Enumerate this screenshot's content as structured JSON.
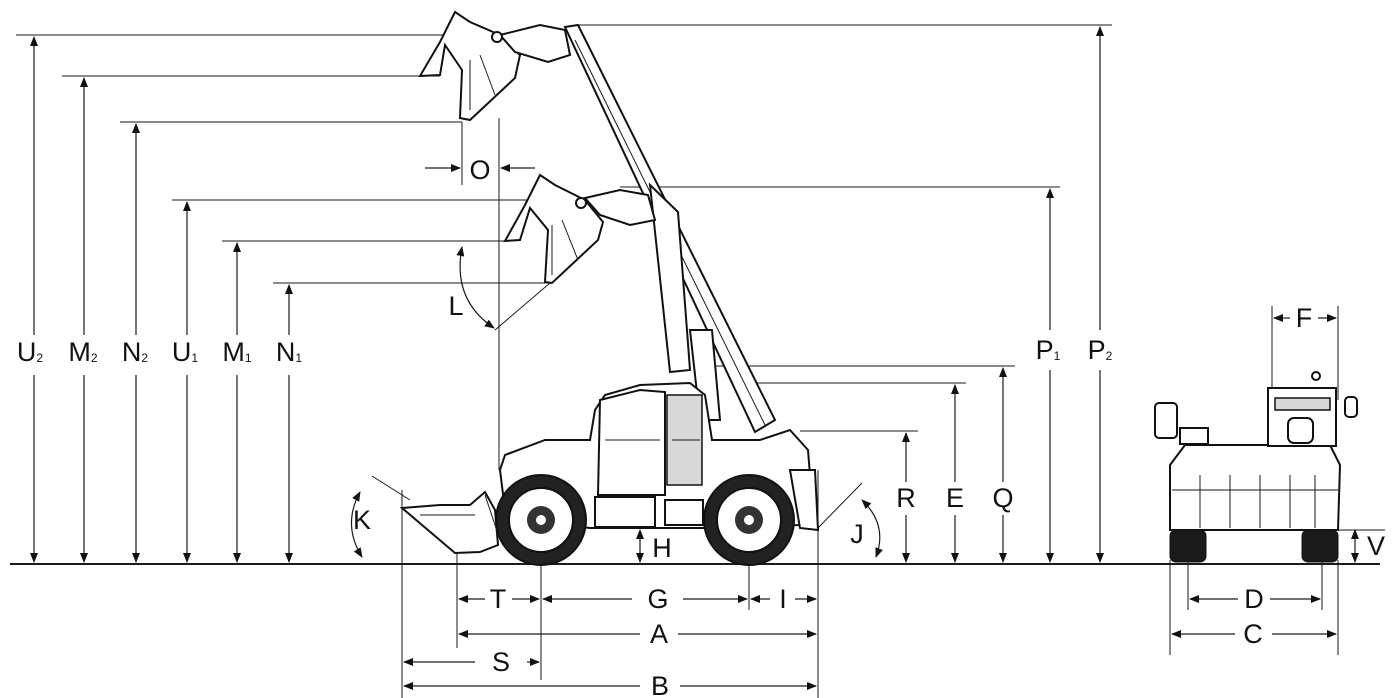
{
  "labels": {
    "U2": {
      "main": "U",
      "sub": "2"
    },
    "M2": {
      "main": "M",
      "sub": "2"
    },
    "N2": {
      "main": "N",
      "sub": "2"
    },
    "U1": {
      "main": "U",
      "sub": "1"
    },
    "M1": {
      "main": "M",
      "sub": "1"
    },
    "N1": {
      "main": "N",
      "sub": "1"
    },
    "P1": {
      "main": "P",
      "sub": "1"
    },
    "P2": {
      "main": "P",
      "sub": "2"
    },
    "O": "O",
    "L": "L",
    "K": "K",
    "J": "J",
    "H": "H",
    "R": "R",
    "E": "E",
    "Q": "Q",
    "T": "T",
    "G": "G",
    "I": "I",
    "A": "A",
    "S": "S",
    "B": "B",
    "F": "F",
    "V": "V",
    "D": "D",
    "C": "C"
  }
}
